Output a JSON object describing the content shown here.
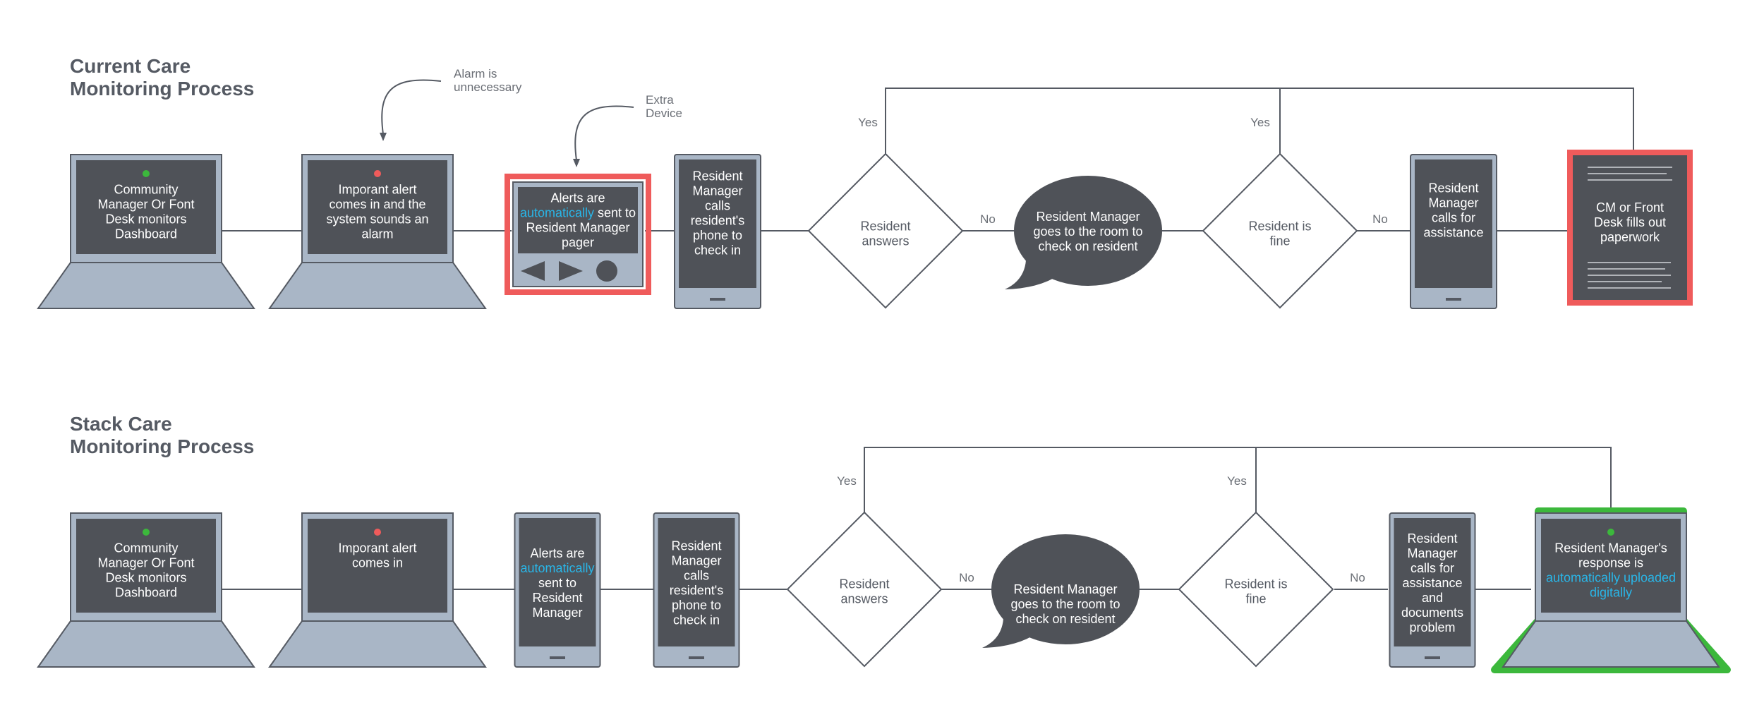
{
  "colors": {
    "screen_dark": "#4f5258",
    "frame": "#a9b6c6",
    "line": "#555a63",
    "highlight_text": "#29b6e8",
    "alert_red": "#ef5b5b",
    "success_green": "#3cb83c",
    "dot_green": "#3cb83c",
    "dot_red": "#ef5b5b"
  },
  "current": {
    "title": [
      "Current Care",
      "Monitoring Process"
    ],
    "annotation_alarm": [
      "Alarm is",
      "unnecessary"
    ],
    "annotation_device": [
      "Extra",
      "Device"
    ],
    "laptop1": [
      "Community",
      "Manager Or Font",
      "Desk monitors",
      "Dashboard"
    ],
    "laptop2": [
      "Imporant alert",
      "comes in and the",
      "system sounds an",
      "alarm"
    ],
    "pager": [
      [
        "Alerts are"
      ],
      [
        "automatically",
        " sent to"
      ],
      [
        "Resident Manager"
      ],
      [
        "pager"
      ]
    ],
    "phone1": [
      "Resident",
      "Manager",
      "calls",
      "resident's",
      "phone to",
      "check in"
    ],
    "diamond1": [
      "Resident",
      "answers"
    ],
    "yes1": "Yes",
    "no1": "No",
    "bubble": [
      "Resident Manager",
      "goes to the room to",
      "check on resident"
    ],
    "diamond2": [
      "Resident is",
      "fine"
    ],
    "yes2": "Yes",
    "no2": "No",
    "phone2": [
      "Resident",
      "Manager",
      "calls for",
      "assistance"
    ],
    "doc": [
      "CM or Front",
      "Desk fills out",
      "paperwork"
    ]
  },
  "stack": {
    "title": [
      "Stack Care",
      "Monitoring Process"
    ],
    "laptop1": [
      "Community",
      "Manager Or Font",
      "Desk monitors",
      "Dashboard"
    ],
    "laptop2": [
      "Imporant alert",
      "comes in"
    ],
    "phone0": [
      [
        "Alerts are"
      ],
      [
        "automatically"
      ],
      [
        "sent to"
      ],
      [
        "Resident"
      ],
      [
        "Manager"
      ]
    ],
    "phone1": [
      "Resident",
      "Manager",
      "calls",
      "resident's",
      "phone to",
      "check in"
    ],
    "diamond1": [
      "Resident",
      "answers"
    ],
    "yes1": "Yes",
    "no1": "No",
    "bubble": [
      "Resident Manager",
      "goes to the room to",
      "check on resident"
    ],
    "diamond2": [
      "Resident is",
      "fine"
    ],
    "yes2": "Yes",
    "no2": "No",
    "phone2": [
      "Resident",
      "Manager",
      "calls for",
      "assistance",
      "and",
      "documents",
      "problem"
    ],
    "laptop3": [
      [
        "Resident Manager's"
      ],
      [
        "response is"
      ],
      [
        "automatically uploaded"
      ],
      [
        "digitally"
      ]
    ]
  }
}
